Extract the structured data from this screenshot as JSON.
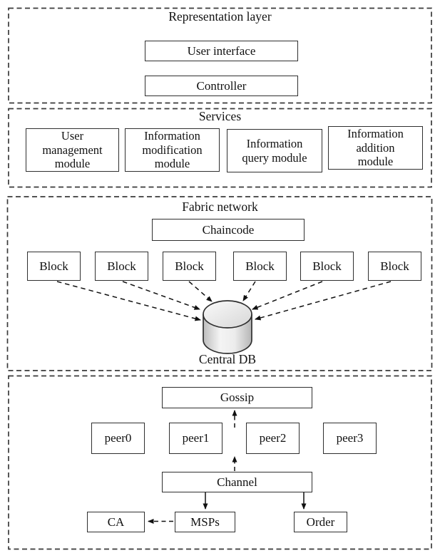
{
  "representation_layer": {
    "title": "Representation layer",
    "user_interface_label": "User interface",
    "controller_label": "Controller"
  },
  "services": {
    "title": "Services",
    "modules": [
      "User management module",
      "Information modification module",
      "Information query module",
      "Information addition module"
    ]
  },
  "fabric_network": {
    "title": "Fabric network",
    "chaincode_label": "Chaincode",
    "blocks": [
      "Block",
      "Block",
      "Block",
      "Block",
      "Block",
      "Block"
    ],
    "db_label": "Central DB"
  },
  "peer_network": {
    "gossip_label": "Gossip",
    "peers": [
      "peer0",
      "peer1",
      "peer2",
      "peer3"
    ],
    "channel_label": "Channel",
    "ca_label": "CA",
    "msps_label": "MSPs",
    "order_label": "Order"
  },
  "colors": {
    "background": "#ffffff",
    "line": "#2f2f2f",
    "text": "#111111",
    "cylinder_light": "#f4f4f4",
    "cylinder_dark": "#bdbdbd"
  }
}
